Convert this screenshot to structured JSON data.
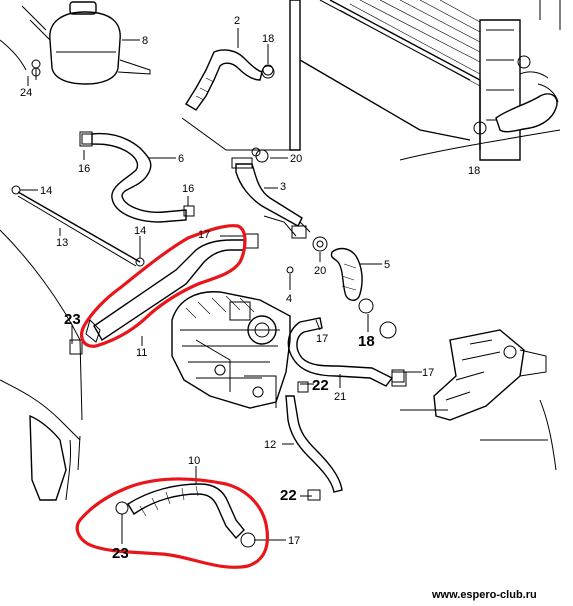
{
  "callouts": {
    "c2": "2",
    "c8": "8",
    "c18a": "18",
    "c24": "24",
    "c6": "6",
    "c16a": "16",
    "c20a": "20",
    "c18b": "18",
    "c14a": "14",
    "c16b": "16",
    "c3": "3",
    "c13": "13",
    "c14b": "14",
    "c17a": "17",
    "c20b": "20",
    "c5": "5",
    "c4": "4",
    "c23a": "23",
    "c17b": "17",
    "c18c": "18",
    "c11": "11",
    "c17c": "17",
    "c22a": "22",
    "c21": "21",
    "c12": "12",
    "c10": "10",
    "c22b": "22",
    "c23b": "23",
    "c17d": "17"
  },
  "watermark": "www.espero-club.ru",
  "colors": {
    "highlight": "#e8161a",
    "line": "#000000",
    "background": "#ffffff"
  }
}
